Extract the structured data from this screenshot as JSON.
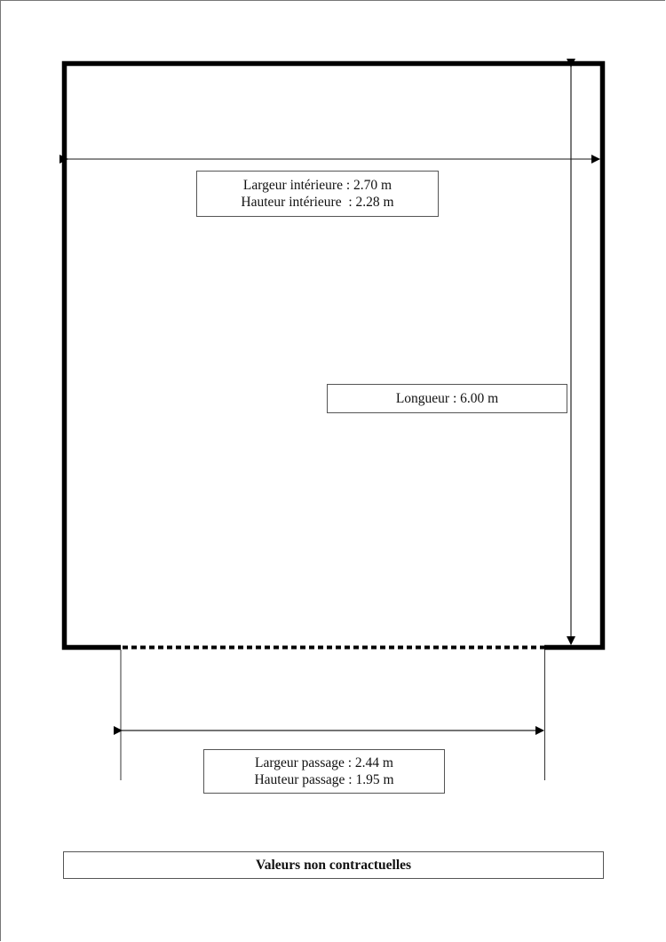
{
  "interior": {
    "width_label": "Largeur intérieure : 2.70 m",
    "height_label": "Hauteur intérieure  : 2.28 m"
  },
  "length": {
    "label": "Longueur : 6.00 m"
  },
  "passage": {
    "width_label": "Largeur passage : 2.44 m",
    "height_label": "Hauteur passage : 1.95 m"
  },
  "disclaimer": "Valeurs non contractuelles"
}
